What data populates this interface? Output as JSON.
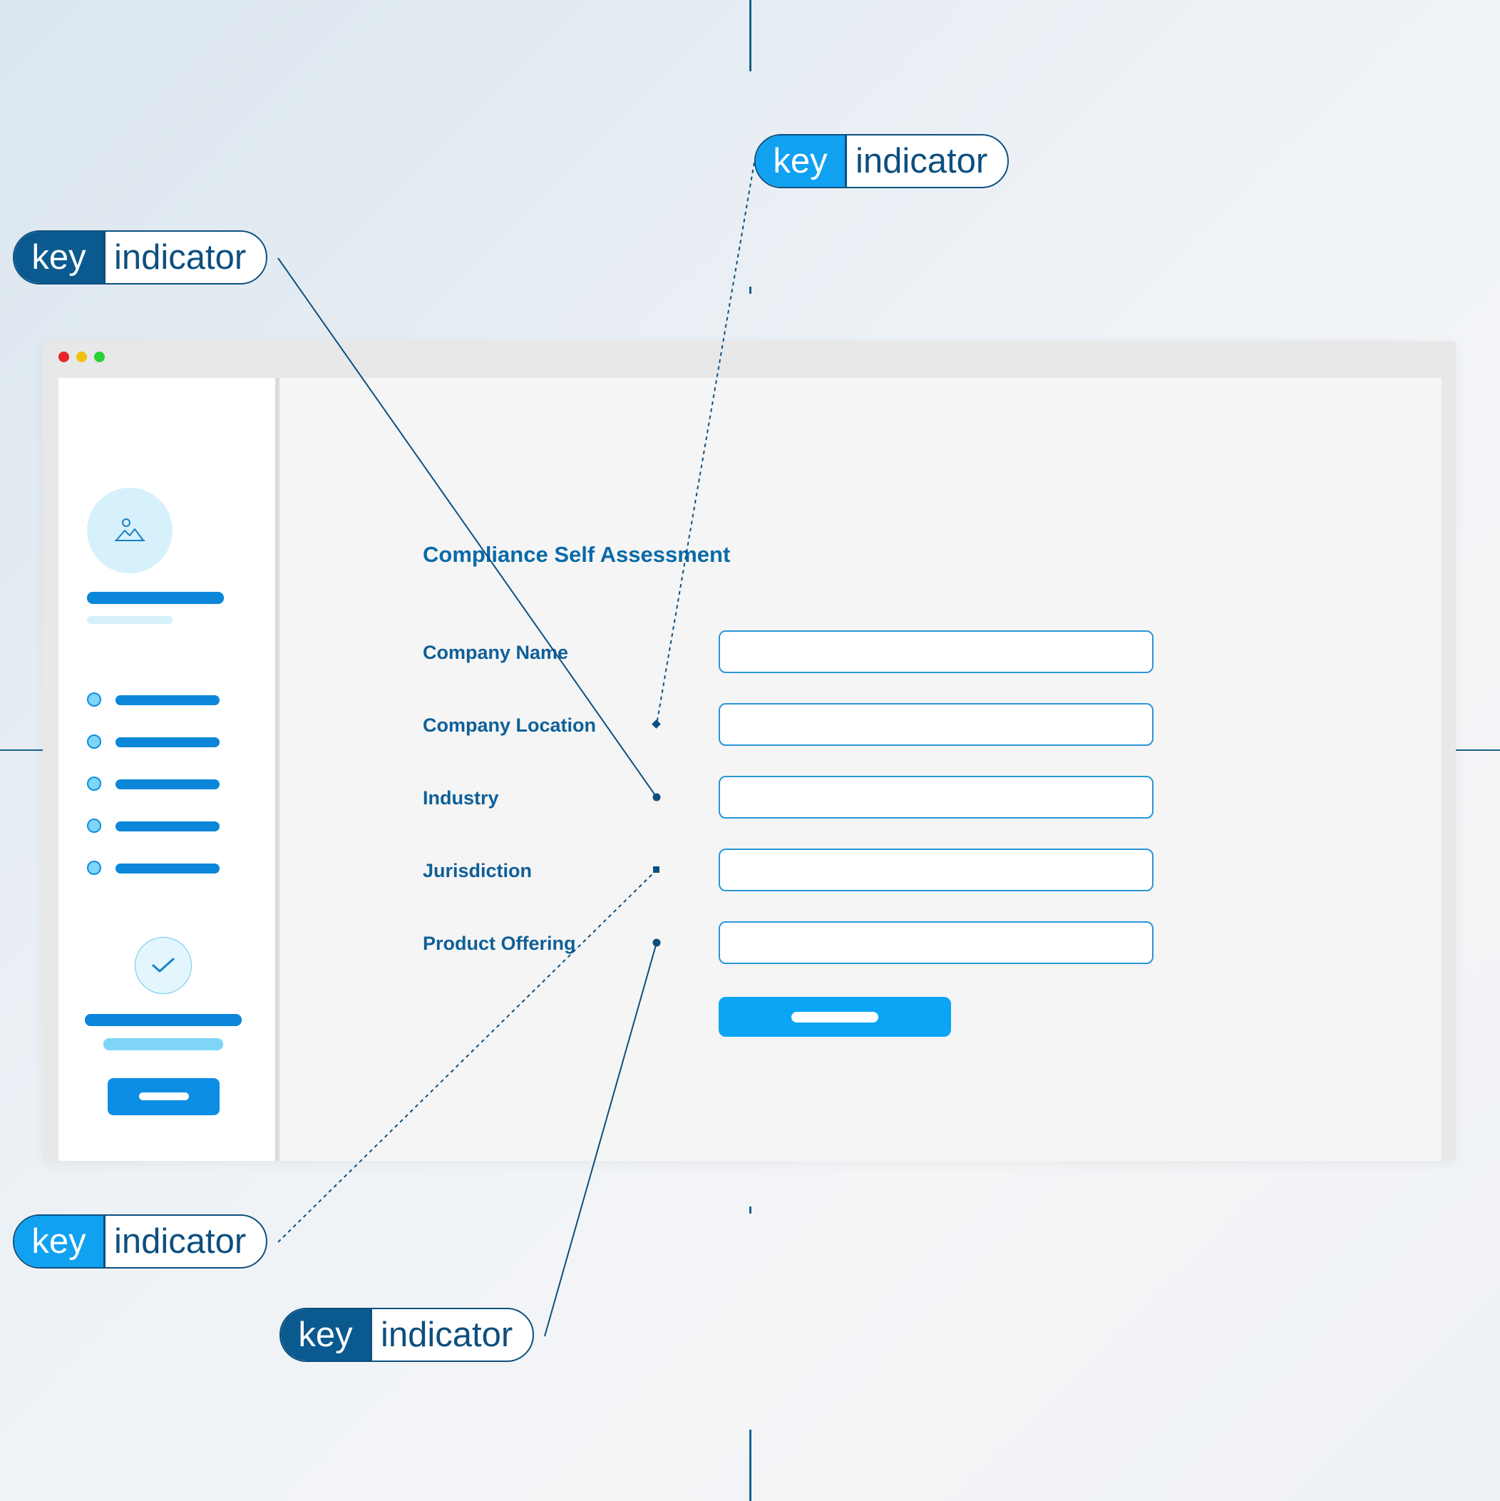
{
  "window": {
    "controls": [
      "close",
      "minimize",
      "maximize"
    ],
    "control_colors": {
      "close": "#e8262b",
      "minimize": "#f2c012",
      "maximize": "#2ccf3a"
    }
  },
  "sidebar": {
    "avatar_icon": "image-icon",
    "nav_item_count": 5,
    "confirm_icon": "checkmark-icon"
  },
  "form": {
    "title": "Compliance Self Assessment",
    "fields": [
      {
        "label": "Company Name",
        "value": ""
      },
      {
        "label": "Company Location",
        "value": ""
      },
      {
        "label": "Industry",
        "value": ""
      },
      {
        "label": "Jurisdiction",
        "value": ""
      },
      {
        "label": "Product Offering",
        "value": ""
      }
    ]
  },
  "callouts": [
    {
      "key": "key",
      "value": "indicator",
      "style": "light",
      "target": "Company Location",
      "line": "dotted"
    },
    {
      "key": "key",
      "value": "indicator",
      "style": "dark",
      "target": "Industry",
      "line": "solid"
    },
    {
      "key": "key",
      "value": "indicator",
      "style": "light",
      "target": "Jurisdiction",
      "line": "dotted"
    },
    {
      "key": "key",
      "value": "indicator",
      "style": "dark",
      "target": "Product Offering",
      "line": "solid"
    }
  ],
  "colors": {
    "accent": "#0aa5f5",
    "primary_dark": "#0d4f7f",
    "label": "#0f5f98",
    "input_border": "#2796d8"
  }
}
